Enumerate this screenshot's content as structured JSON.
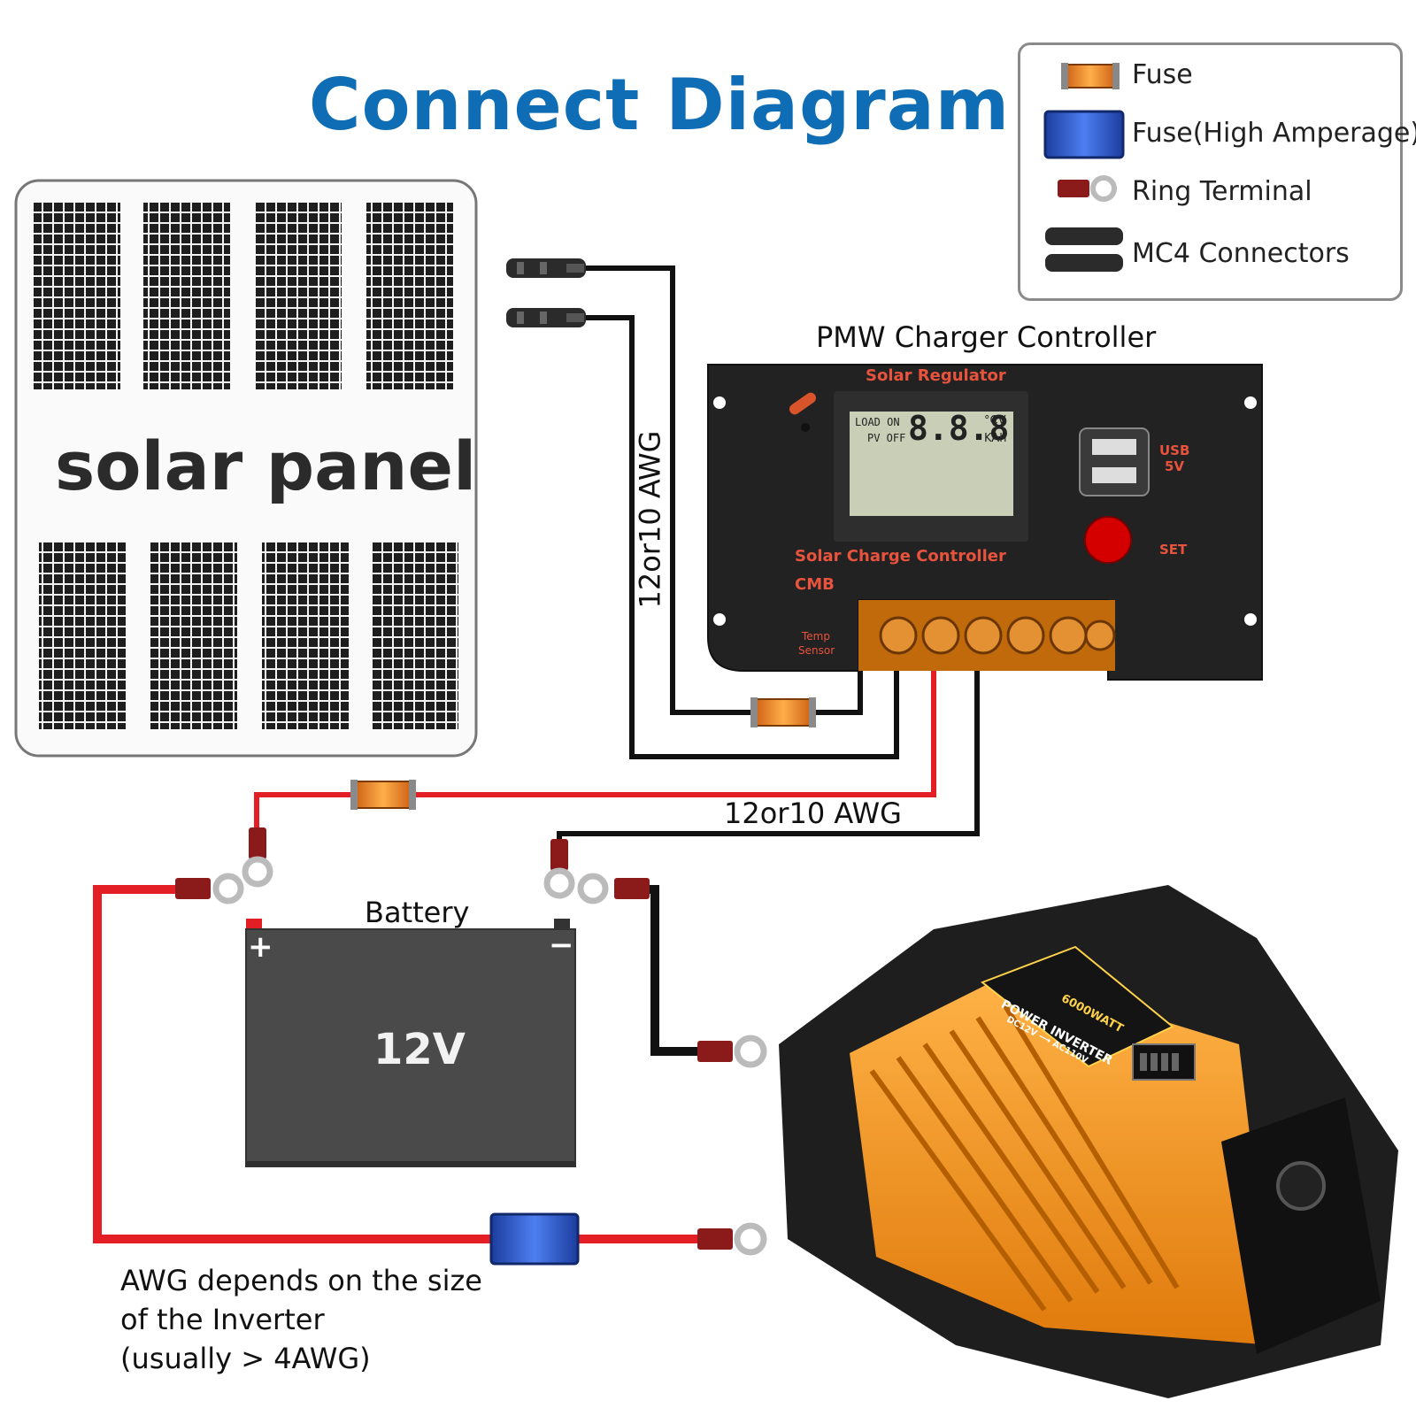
{
  "title": "Connect Diagram",
  "legend": {
    "items": [
      {
        "label": "Fuse",
        "icon": "fuse-icon"
      },
      {
        "label": "Fuse(High Amperage)",
        "icon": "high-amperage-fuse-icon"
      },
      {
        "label": "Ring Terminal",
        "icon": "ring-terminal-icon"
      },
      {
        "label": "MC4 Connectors",
        "icon": "mc4-connector-icon"
      }
    ]
  },
  "solar_panel": {
    "label": "solar panel"
  },
  "controller": {
    "heading": "PMW Charger Controller",
    "brand_top": "Solar Regulator",
    "brand_bottom": "Solar Charge Controller",
    "model": "CMB",
    "lcd_left_top": "LOAD ON",
    "lcd_left_bottom": "PV OFF",
    "lcd_digits": "8.8.8",
    "lcd_unit_top": "°CV",
    "lcd_unit_bottom": "KAh",
    "usb_label": "USB",
    "usb_voltage": "5V",
    "set_label": "SET",
    "temp_label_1": "Temp",
    "temp_label_2": "Sensor"
  },
  "wires": {
    "vertical_gauge": "12or10 AWG",
    "horizontal_gauge": "12or10 AWG"
  },
  "battery": {
    "heading": "Battery",
    "voltage": "12V",
    "plus": "+",
    "minus": "−"
  },
  "inverter": {
    "brand_line_1": "6000WATT",
    "brand_line_2": "POWER INVERTER",
    "brand_line_3": "DC12V ⟶ AC110V"
  },
  "note": {
    "line1": "AWG depends on the size",
    "line2": "of the Inverter",
    "line3": "(usually > 4AWG)"
  },
  "colors": {
    "title": "#0f6db5",
    "red_wire": "#e31e24",
    "black_wire": "#111111",
    "fuse_orange": "#f08a24",
    "fuse_blue": "#2a5bd7",
    "inverter_orange": "#f39a1e",
    "controller_body": "#222222"
  }
}
